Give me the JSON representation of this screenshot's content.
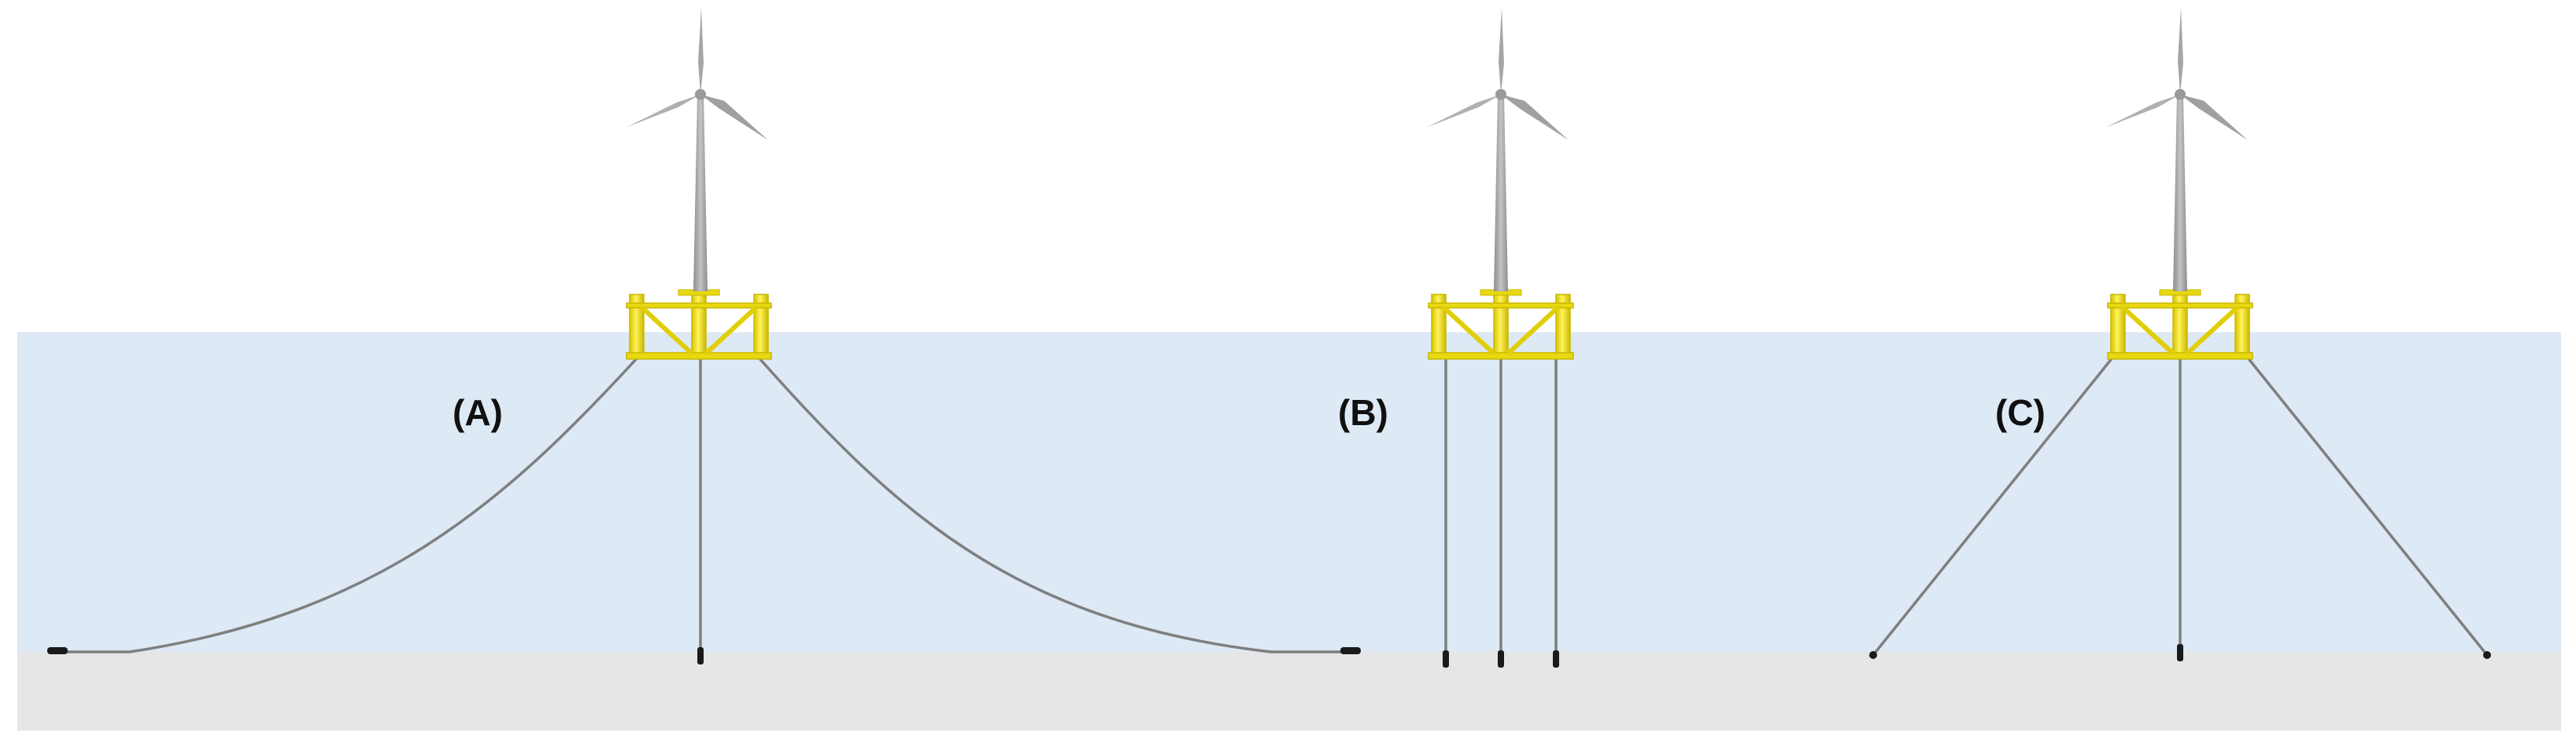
{
  "colors": {
    "sea": "#dde9f5",
    "seabed": "#e6e6e6",
    "platform": "#f4e41a",
    "platform_edge": "#c9b800",
    "turbine": "#a6a6a6",
    "line": "#7f7f7f",
    "anchor": "#1a1a1a"
  },
  "panels": [
    {
      "id": "a",
      "label": "(A)",
      "mooring": "catenary"
    },
    {
      "id": "b",
      "label": "(B)",
      "mooring": "tension-leg"
    },
    {
      "id": "c",
      "label": "(C)",
      "mooring": "taut"
    }
  ]
}
